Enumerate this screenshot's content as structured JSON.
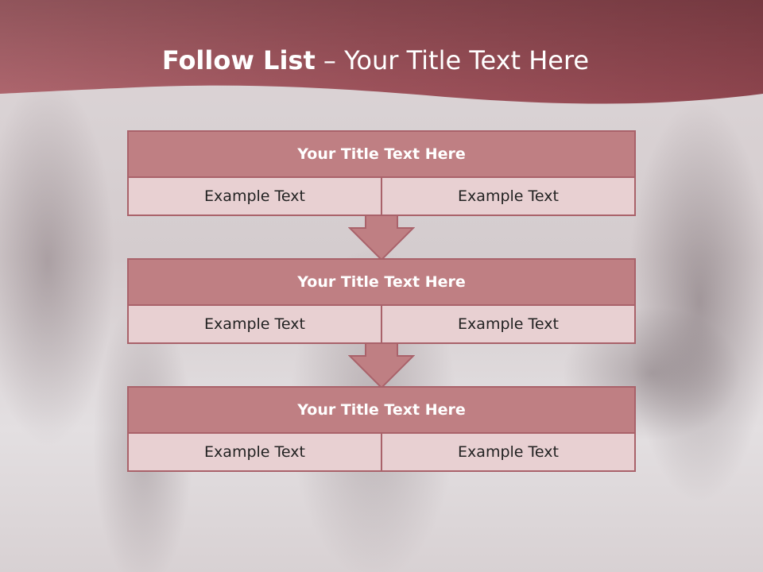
{
  "slide": {
    "title_bold": "Follow List",
    "title_rest": " – Your Title Text Here"
  },
  "blocks": [
    {
      "title": "Your Title Text Here",
      "left": "Example Text",
      "right": "Example Text"
    },
    {
      "title": "Your Title Text Here",
      "left": "Example Text",
      "right": "Example Text"
    },
    {
      "title": "Your Title Text Here",
      "left": "Example Text",
      "right": "Example Text"
    }
  ],
  "colors": {
    "header": "#a25a62",
    "block_title": "#bf7f83",
    "block_cell": "#e8d0d2",
    "border": "#a9626a"
  },
  "icons": [
    "down-arrow-icon"
  ]
}
